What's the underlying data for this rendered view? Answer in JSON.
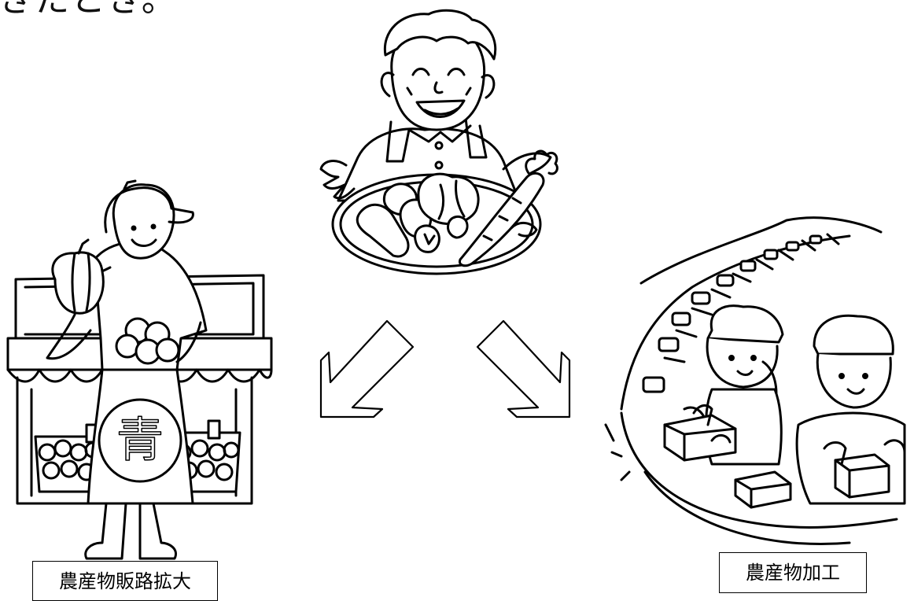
{
  "header": {
    "text_fragment": "きたとき。"
  },
  "labels": {
    "left": "農産物販路拡大",
    "right": "農産物加工"
  },
  "illustrations": {
    "top": "farmer-with-vegetable-platter",
    "left": "vegetable-stall-vendor",
    "right": "food-processing-workers"
  },
  "stall_apron_glyph": "青",
  "colors": {
    "line": "#000000",
    "background": "#ffffff"
  }
}
